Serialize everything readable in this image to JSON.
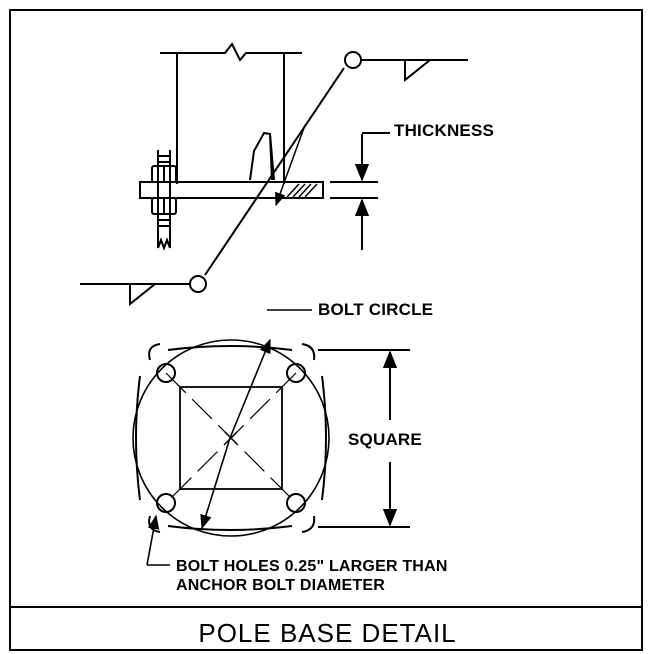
{
  "drawing": {
    "labels": {
      "thickness": "THICKNESS",
      "bolt_circle": "BOLT CIRCLE",
      "square": "SQUARE",
      "note_line1": "BOLT HOLES 0.25\" LARGER THAN",
      "note_line2": "ANCHOR BOLT DIAMETER"
    },
    "title": "POLE BASE DETAIL"
  }
}
